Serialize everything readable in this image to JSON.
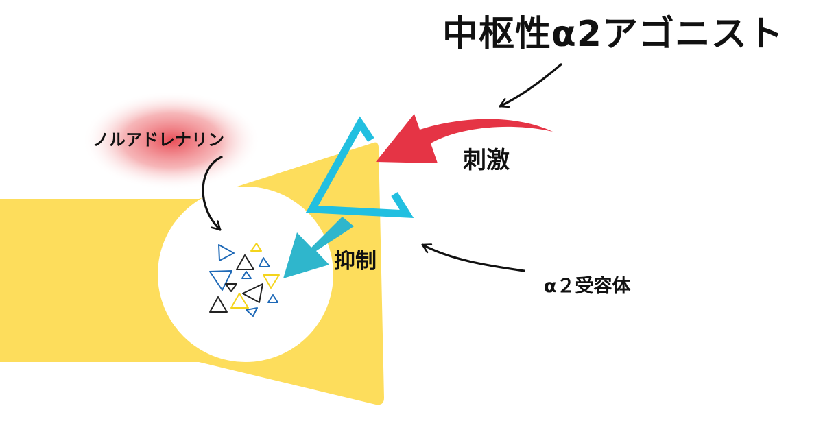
{
  "title": "中枢性α2アゴニスト",
  "labels": {
    "noradrenaline": "ノルアドレナリン",
    "stimulation": "刺激",
    "inhibition": "抑制",
    "receptor": "α２受容体"
  },
  "colors": {
    "neuron": "#fddd5c",
    "glow": "#e8454f",
    "receptor": "#22bfe0",
    "stimulation_arrow": "#e53445",
    "inhibition_arrow": "#2fb6cc",
    "molecule_blue": "#1e69b7",
    "molecule_yellow": "#f4d41c",
    "molecule_black": "#222222"
  }
}
